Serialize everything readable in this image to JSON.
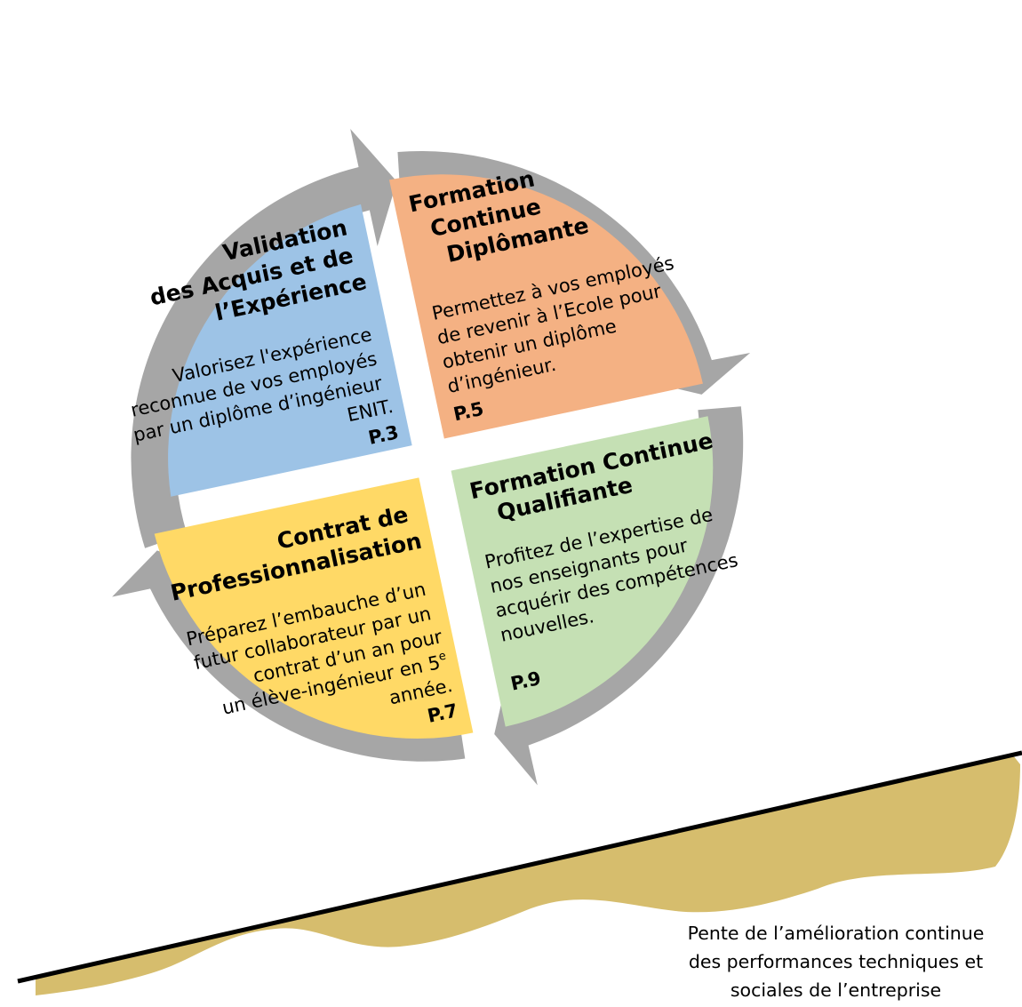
{
  "colors": {
    "vae": "#9dc3e6",
    "diplomante": "#f4b183",
    "qualifiante": "#c5e0b4",
    "professionnalisation": "#ffd966",
    "cycle_arrows": "#a6a6a6",
    "slope_ground": "#d6bd6d",
    "slope_line": "#000000"
  },
  "quadrants": {
    "vae": {
      "title": [
        "Validation",
        "des Acquis et de",
        "l’Expérience"
      ],
      "body": [
        "Valorisez l'expérience",
        "reconnue de vos employés",
        "par un diplôme d’ingénieur",
        "ENIT."
      ],
      "page": "P.3"
    },
    "diplomante": {
      "title": [
        "Formation",
        "Continue",
        "Diplômante"
      ],
      "body": [
        "Permettez à vos employés",
        "de revenir à l’Ecole pour",
        "obtenir un diplôme",
        "d’ingénieur."
      ],
      "page": "P.5"
    },
    "qualifiante": {
      "title": [
        "Formation Continue",
        "Qualifiante"
      ],
      "body": [
        "Profitez de l’expertise de",
        "nos enseignants pour",
        "acquérir des compétences",
        "nouvelles."
      ],
      "page": "P.9"
    },
    "professionnalisation": {
      "title": [
        "Contrat de",
        "Professionnalisation"
      ],
      "body": [
        "Préparez l’embauche d’un",
        "futur collaborateur par un",
        "contrat d’un an pour",
        "un élève-ingénieur en 5",
        "année."
      ],
      "body_superscript": "e",
      "page": "P.7"
    }
  },
  "caption": [
    "Pente de l’amélioration continue",
    "des performances techniques et",
    "sociales de l’entreprise"
  ],
  "icons": [
    "cycle-arrow-icon"
  ]
}
